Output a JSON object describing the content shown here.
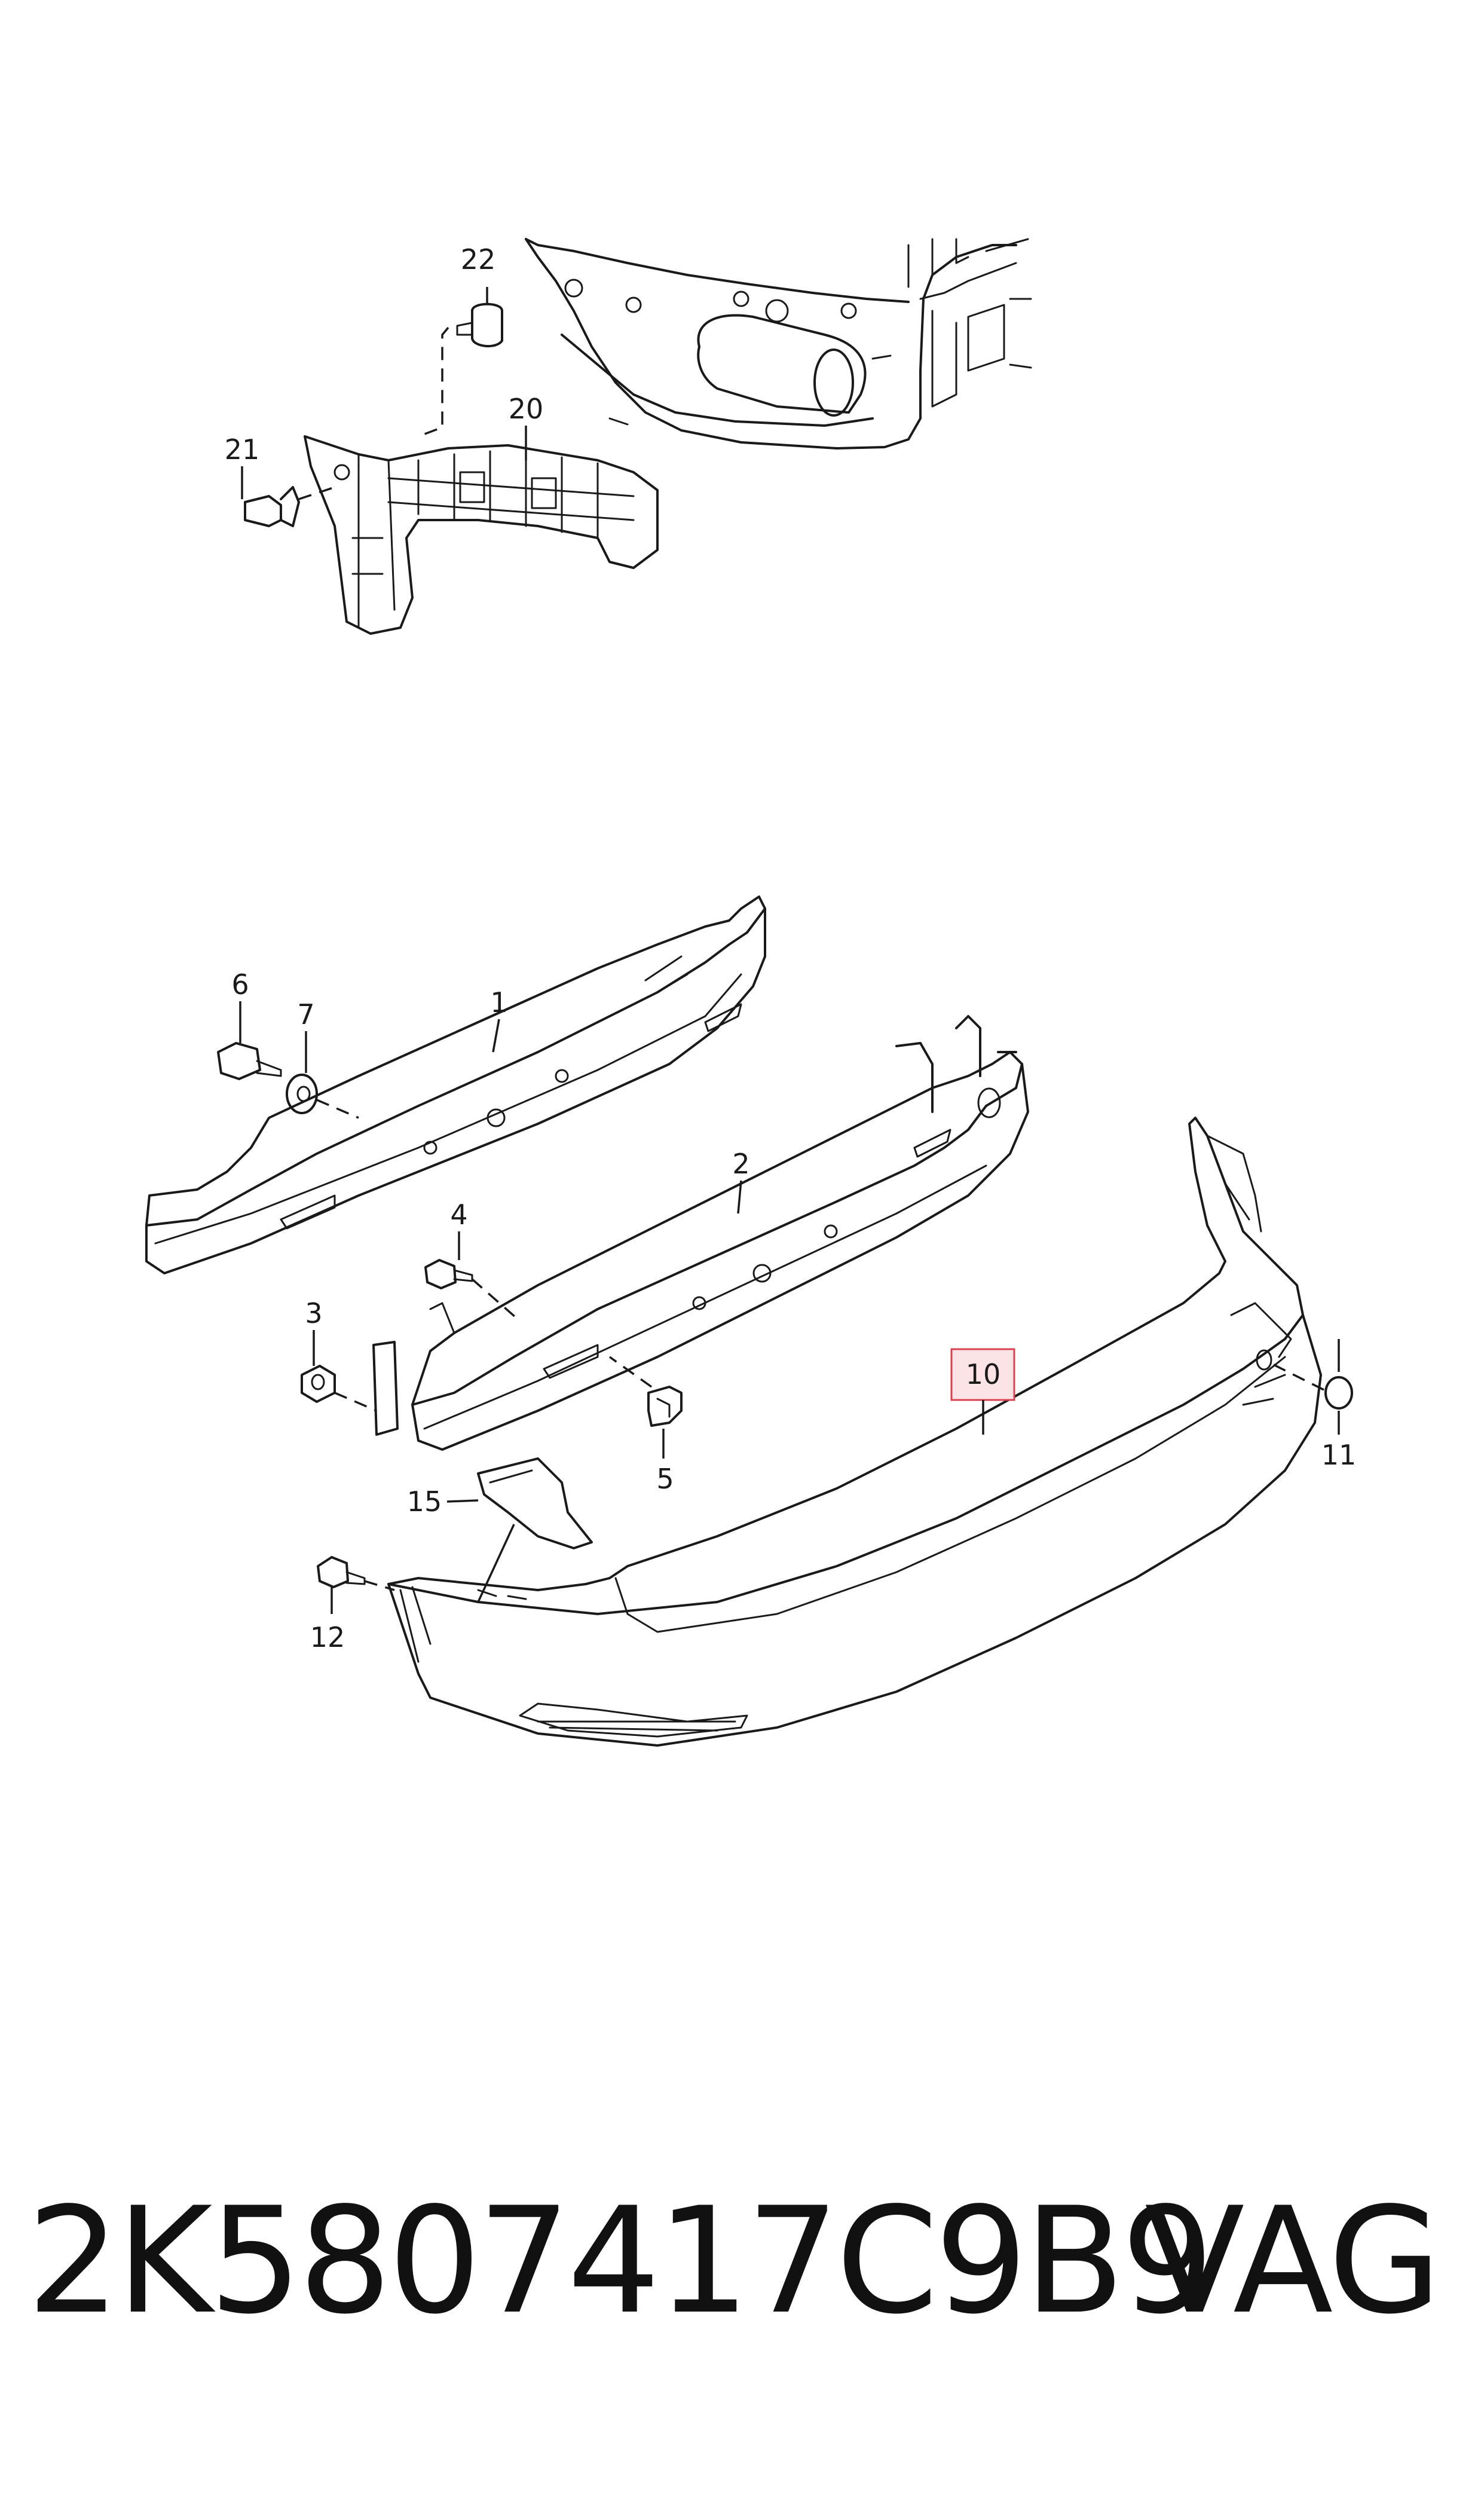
{
  "diagram": {
    "callouts": {
      "c22": "22",
      "c20": "20",
      "c21": "21",
      "c1": "1",
      "c6": "6",
      "c7": "7",
      "c2": "2",
      "c4": "4",
      "c3": "3",
      "c5": "5",
      "c10": "10",
      "c11": "11",
      "c15": "15",
      "c12": "12"
    },
    "highlighted_callout": "10",
    "highlight_color": "#d9434f"
  },
  "footer": {
    "part_number": "2K5807417C9B9",
    "brand": "VAG"
  }
}
